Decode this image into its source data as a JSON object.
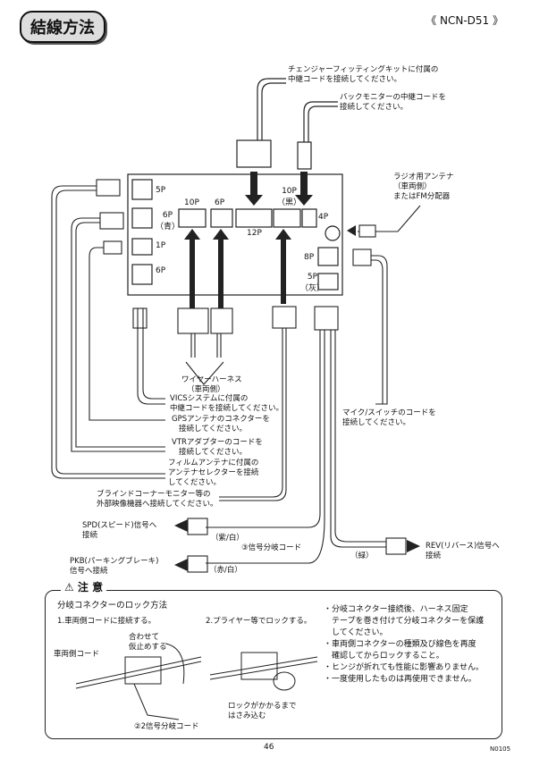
{
  "header": {
    "title": "結線方法",
    "model": "《 NCN-D51 》"
  },
  "notes": {
    "changer_l1": "チェンジャーフィッティングキットに付属の",
    "changer_l2": "中継コードを接続してください。",
    "backmon_l1": "バックモニターの中継コードを",
    "backmon_l2": "接続してください。",
    "radio_l1": "ラジオ用アンテナ",
    "radio_l2": "（車両側）",
    "radio_l3": "またはFM分配器",
    "harness_l1": "ワイヤーハーネス",
    "harness_l2": "（車両側）",
    "vics_l1": "VICSシステムに付属の",
    "vics_l2": "中継コードを接続してください。",
    "gps_l1": "GPSアンテナのコネクターを",
    "gps_l2": "接続してください。",
    "vtr_l1": "VTRアダプターのコードを",
    "vtr_l2": "接続してください。",
    "film_l1": "フィルムアンテナに付属の",
    "film_l2": "アンテナセレクターを接続",
    "film_l3": "してください。",
    "blind_l1": "ブラインドコーナーモニター等の",
    "blind_l2": "外部映像機器へ接続してください。",
    "mic_l1": "マイク/スイッチのコードを",
    "mic_l2": "接続してください。",
    "spd_l1": "SPD(スピード)信号へ",
    "spd_l2": "接続",
    "pkb_l1": "PKB(パーキングブレーキ)",
    "pkb_l2": "信号へ接続",
    "purple_white": "（紫/白）",
    "red_white": "（赤/白）",
    "signal_branch": "③信号分岐コード",
    "green": "（緑）",
    "rev_l1": "REV(リバース)信号へ",
    "rev_l2": "接続"
  },
  "connectors": {
    "p5_left": "5P",
    "p6_blue_l1": "6P",
    "p6_blue_l2": "（青）",
    "p1": "1P",
    "p6_left": "6P",
    "p10": "10P",
    "p6_mid": "6P",
    "p12": "12P",
    "p10_black_l1": "10P",
    "p10_black_l2": "（黒）",
    "p4": "4P",
    "p8": "8P",
    "p5_gray_l1": "5P",
    "p5_gray_l2": "（灰）"
  },
  "caution": {
    "heading": "⚠ 注 意",
    "subheading": "分岐コネクターのロック方法",
    "step1": "1.車両側コードに接続する。",
    "step2": "2.プライヤー等でロックする。",
    "align_l1": "合わせて",
    "align_l2": "仮止めする",
    "vehicle_cord": "車両側コード",
    "branch_cord": "②2信号分岐コード",
    "lock_l1": "ロックがかかるまで",
    "lock_l2": "はさみ込む",
    "bullets": [
      "・分岐コネクター接続後、ハーネス固定",
      "　テープを巻き付けて分岐コネクターを保護",
      "　してください。",
      "・車両側コネクターの種類及び線色を再度",
      "　確認してからロックすること。",
      "・ヒンジが折れても性能に影響ありません。",
      "・一度使用したものは再使用できません。"
    ]
  },
  "footer": {
    "page": "46",
    "code": "N0105"
  }
}
